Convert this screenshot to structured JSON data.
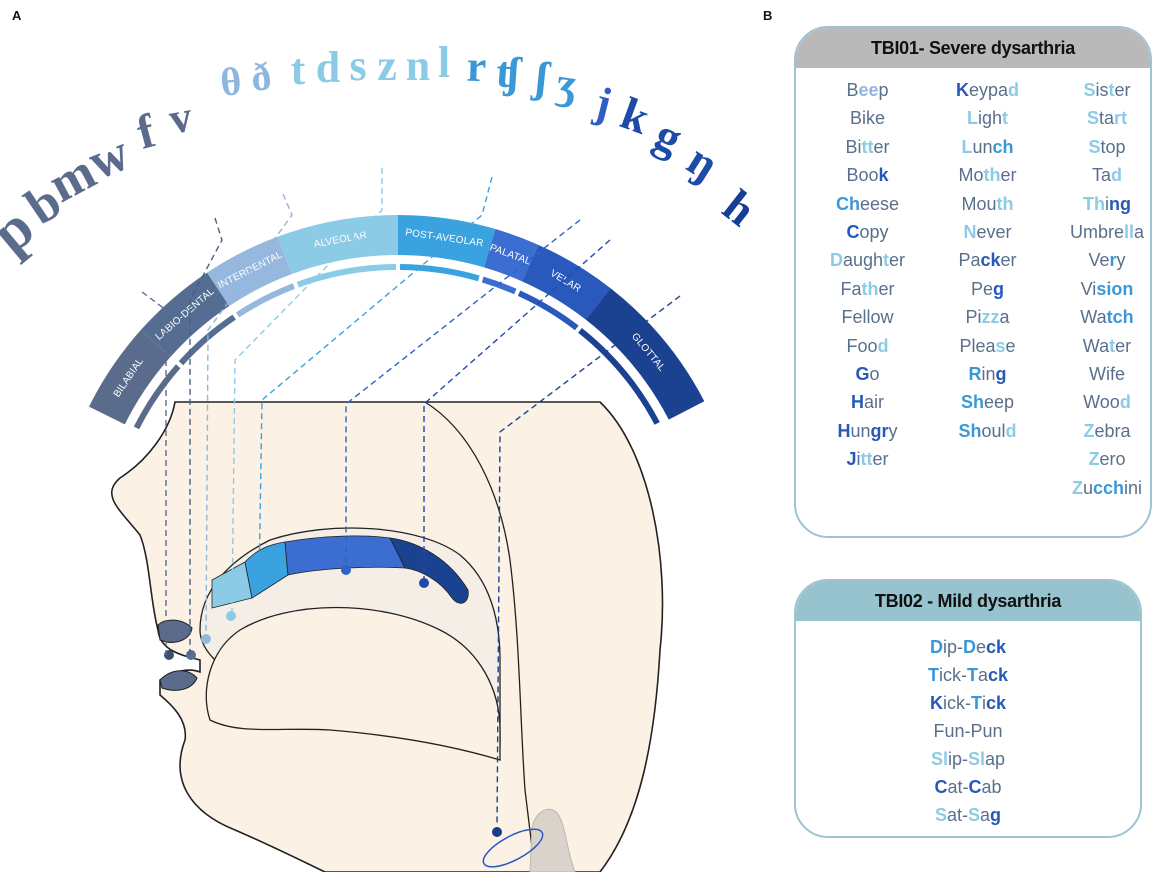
{
  "panels": {
    "a": "A",
    "b": "B"
  },
  "colors": {
    "slate": "#5b6b8c",
    "navy": "#1f4aa8",
    "mid_blue": "#2e64c8",
    "sky": "#4aa8dc",
    "light_sky": "#8ccbe6",
    "arc_dark": "#5b6b8c",
    "skin": "#fbf1e5",
    "card1_header": "#b9b9b9",
    "card2_header": "#96c3cd",
    "card_border": "#9fc2d4"
  },
  "phonetic_symbols": [
    {
      "text": "p",
      "color": "#5b6b8c"
    },
    {
      "text": "b",
      "color": "#5b6b8c"
    },
    {
      "text": "m",
      "color": "#5b6b8c"
    },
    {
      "text": "w",
      "color": "#5b6b8c"
    },
    {
      "text": "f",
      "color": "#5b6b8c"
    },
    {
      "text": "v",
      "color": "#5b6b8c"
    },
    {
      "text": "θ",
      "color": "#8fb7de"
    },
    {
      "text": "ð",
      "color": "#8fb7de"
    },
    {
      "text": "t",
      "color": "#8ccbe6"
    },
    {
      "text": "d",
      "color": "#8ccbe6"
    },
    {
      "text": "s",
      "color": "#8ccbe6"
    },
    {
      "text": "z",
      "color": "#8ccbe6"
    },
    {
      "text": "n",
      "color": "#8ccbe6"
    },
    {
      "text": "l",
      "color": "#8ccbe6"
    },
    {
      "text": "r",
      "color": "#3a98d8"
    },
    {
      "text": "ʧ",
      "color": "#3a98d8"
    },
    {
      "text": "ʃ",
      "color": "#3a98d8"
    },
    {
      "text": "ʒ",
      "color": "#3a98d8"
    },
    {
      "text": "j",
      "color": "#2f5fc4"
    },
    {
      "text": "k",
      "color": "#1f4aa8"
    },
    {
      "text": "g",
      "color": "#1f4aa8"
    },
    {
      "text": "ŋ",
      "color": "#1f4aa8"
    },
    {
      "text": "h",
      "color": "#173e96"
    }
  ],
  "places_of_articulation": [
    {
      "label": "BILABIAL",
      "color": "#5b6b8c"
    },
    {
      "label": "LABIO-DENTAL",
      "color": "#556d92"
    },
    {
      "label": "INTERDENTAL",
      "color": "#96b8de"
    },
    {
      "label": "ALVEOLAR",
      "color": "#8ccbe6"
    },
    {
      "label": "POST-AVEOLAR",
      "color": "#3aa2de"
    },
    {
      "label": "PALATAL",
      "color": "#3b6ed0"
    },
    {
      "label": "VELAR",
      "color": "#2a59bd"
    },
    {
      "label": "GLOTTAL",
      "color": "#1b4191"
    }
  ],
  "card1": {
    "title": "TBI01- Severe dysarthria",
    "columns": [
      [
        [
          [
            "B",
            0
          ],
          [
            "ee",
            1
          ],
          [
            "p",
            0
          ]
        ],
        [
          [
            "B",
            0
          ],
          [
            "i",
            0
          ],
          [
            "ke",
            0
          ]
        ],
        [
          [
            "Bi",
            0
          ],
          [
            "tt",
            4
          ],
          [
            "er",
            0
          ]
        ],
        [
          [
            "Boo",
            0
          ],
          [
            "k",
            2
          ]
        ],
        [
          [
            "Ch",
            3
          ],
          [
            "ees",
            0
          ],
          [
            "e",
            0
          ]
        ],
        [
          [
            "C",
            2
          ],
          [
            "opy",
            0
          ]
        ],
        [
          [
            "D",
            4
          ],
          [
            "augh",
            0
          ],
          [
            "t",
            4
          ],
          [
            "er",
            0
          ]
        ],
        [
          [
            "F",
            0
          ],
          [
            "a",
            0
          ],
          [
            "th",
            4
          ],
          [
            "er",
            0
          ]
        ],
        [
          [
            "F",
            0
          ],
          [
            "ellow",
            0
          ]
        ],
        [
          [
            "Foo",
            0
          ],
          [
            "d",
            4
          ]
        ],
        [
          [
            "G",
            2
          ],
          [
            "o",
            0
          ]
        ],
        [
          [
            "H",
            2
          ],
          [
            "air",
            0
          ]
        ],
        [
          [
            "H",
            2
          ],
          [
            "un",
            0
          ],
          [
            "gr",
            2
          ],
          [
            "y",
            0
          ]
        ],
        [
          [
            "J",
            2
          ],
          [
            "i",
            0
          ],
          [
            "tt",
            4
          ],
          [
            "er",
            0
          ]
        ]
      ],
      [
        [
          [
            "K",
            2
          ],
          [
            "eypa",
            0
          ],
          [
            "d",
            4
          ]
        ],
        [
          [
            "L",
            4
          ],
          [
            "igh",
            0
          ],
          [
            "t",
            4
          ]
        ],
        [
          [
            "L",
            4
          ],
          [
            "un",
            0
          ],
          [
            "ch",
            3
          ]
        ],
        [
          [
            "Mo",
            0
          ],
          [
            "th",
            4
          ],
          [
            "er",
            0
          ]
        ],
        [
          [
            "Mou",
            0
          ],
          [
            "th",
            4
          ]
        ],
        [
          [
            "N",
            4
          ],
          [
            "ever",
            0
          ]
        ],
        [
          [
            "Pa",
            0
          ],
          [
            "ck",
            2
          ],
          [
            "er",
            0
          ]
        ],
        [
          [
            "Pe",
            0
          ],
          [
            "g",
            2
          ]
        ],
        [
          [
            "Pi",
            0
          ],
          [
            "zz",
            4
          ],
          [
            "a",
            0
          ]
        ],
        [
          [
            "Plea",
            0
          ],
          [
            "s",
            4
          ],
          [
            "e",
            0
          ]
        ],
        [
          [
            "R",
            3
          ],
          [
            "in",
            0
          ],
          [
            "g",
            2
          ]
        ],
        [
          [
            "Sh",
            3
          ],
          [
            "eep",
            0
          ]
        ],
        [
          [
            "Sh",
            3
          ],
          [
            "oul",
            0
          ],
          [
            "d",
            4
          ]
        ]
      ],
      [
        [
          [
            "S",
            4
          ],
          [
            "is",
            0
          ],
          [
            "t",
            4
          ],
          [
            "er",
            0
          ]
        ],
        [
          [
            "S",
            4
          ],
          [
            "ta",
            0
          ],
          [
            "rt",
            4
          ]
        ],
        [
          [
            "S",
            4
          ],
          [
            "to",
            0
          ],
          [
            "p",
            0
          ]
        ],
        [
          [
            "Ta",
            0
          ],
          [
            "d",
            4
          ]
        ],
        [
          [
            "Th",
            4
          ],
          [
            "i",
            0
          ],
          [
            "ng",
            2
          ]
        ],
        [
          [
            "Umbre",
            0
          ],
          [
            "ll",
            4
          ],
          [
            "a",
            0
          ]
        ],
        [
          [
            "V",
            0
          ],
          [
            "e",
            0
          ],
          [
            "r",
            3
          ],
          [
            "y",
            0
          ]
        ],
        [
          [
            "Vi",
            0
          ],
          [
            "sion",
            3
          ]
        ],
        [
          [
            "Wa",
            0
          ],
          [
            "tch",
            3
          ]
        ],
        [
          [
            "Wa",
            0
          ],
          [
            "t",
            4
          ],
          [
            "er",
            0
          ]
        ],
        [
          [
            "Wife",
            0
          ]
        ],
        [
          [
            "Woo",
            0
          ],
          [
            "d",
            4
          ]
        ],
        [
          [
            "Z",
            4
          ],
          [
            "ebra",
            0
          ]
        ],
        [
          [
            "Z",
            4
          ],
          [
            "ero",
            0
          ]
        ],
        [
          [
            "Z",
            4
          ],
          [
            "u",
            0
          ],
          [
            "cch",
            3
          ],
          [
            "ini",
            0
          ]
        ]
      ]
    ]
  },
  "card2": {
    "title": "TBI02 - Mild dysarthria",
    "pairs": [
      [
        [
          "D",
          3
        ],
        [
          "ip-",
          0
        ],
        [
          "D",
          3
        ],
        [
          "e",
          0
        ],
        [
          "ck",
          2
        ]
      ],
      [
        [
          "T",
          3
        ],
        [
          "ick-",
          0
        ],
        [
          "T",
          3
        ],
        [
          "a",
          0
        ],
        [
          "ck",
          2
        ]
      ],
      [
        [
          "K",
          2
        ],
        [
          "ick-",
          0
        ],
        [
          "T",
          3
        ],
        [
          "i",
          0
        ],
        [
          "ck",
          2
        ]
      ],
      [
        [
          "F",
          0
        ],
        [
          "un-",
          0
        ],
        [
          "P",
          0
        ],
        [
          "un",
          0
        ]
      ],
      [
        [
          "Sl",
          4
        ],
        [
          "ip-",
          0
        ],
        [
          "Sl",
          4
        ],
        [
          "ap",
          0
        ]
      ],
      [
        [
          "C",
          2
        ],
        [
          "at-",
          0
        ],
        [
          "C",
          2
        ],
        [
          "ab",
          0
        ]
      ],
      [
        [
          "S",
          4
        ],
        [
          "at-",
          0
        ],
        [
          "S",
          4
        ],
        [
          "a",
          0
        ],
        [
          "g",
          2
        ]
      ]
    ]
  },
  "segment_styles": [
    "#5a6f8c",
    "#8fb7de",
    "#2659b8",
    "#3a98d8",
    "#8ccbe6"
  ]
}
